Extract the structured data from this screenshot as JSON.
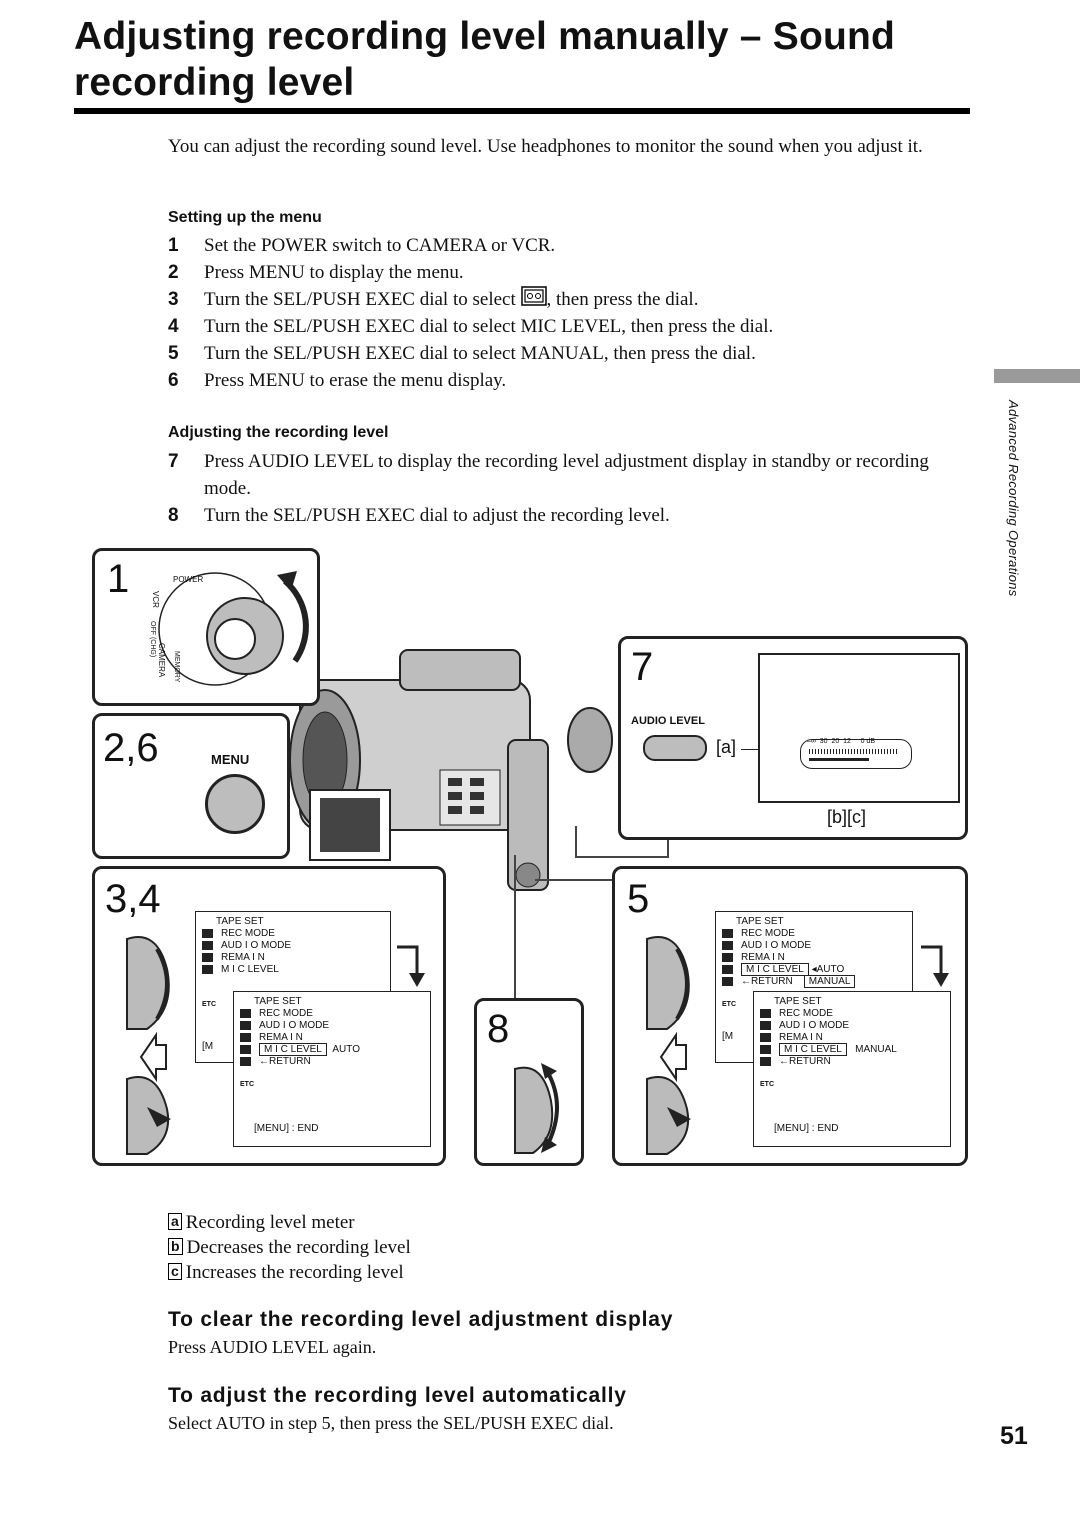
{
  "title": "Adjusting recording level manually – Sound recording level",
  "intro": "You can adjust the recording sound level. Use headphones to monitor the sound when you adjust it.",
  "setup": {
    "heading": "Setting up the menu",
    "steps": [
      {
        "num": "1",
        "pre": "Set the POWER switch to CAMERA or VCR.",
        "post": ""
      },
      {
        "num": "2",
        "pre": "Press MENU to display the menu.",
        "post": ""
      },
      {
        "num": "3",
        "pre": "Turn the SEL/PUSH EXEC dial to select",
        "post": ", then press the dial."
      },
      {
        "num": "4",
        "pre": "Turn the SEL/PUSH EXEC dial to select MIC LEVEL, then press the dial.",
        "post": ""
      },
      {
        "num": "5",
        "pre": "Turn the SEL/PUSH EXEC dial to select MANUAL, then press the dial.",
        "post": ""
      },
      {
        "num": "6",
        "pre": "Press MENU to erase the menu display.",
        "post": ""
      }
    ]
  },
  "adjust": {
    "heading": "Adjusting the recording level",
    "steps": [
      {
        "num": "7",
        "text": "Press AUDIO LEVEL to display the recording level adjustment display in standby or recording mode."
      },
      {
        "num": "8",
        "text": "Turn the SEL/PUSH EXEC dial to adjust the recording level."
      }
    ]
  },
  "side_label": "Advanced Recording Operations",
  "figure": {
    "panel1": {
      "num": "1",
      "power": "POWER",
      "vcr": "VCR",
      "off": "OFF (CHG)",
      "camera": "CAMERA",
      "memory": "MEMORY"
    },
    "panel26": {
      "num": "2,6",
      "menu": "MENU"
    },
    "panel7": {
      "num": "7",
      "audio_level": "AUDIO LEVEL",
      "meter_scale": "–∞  30  20  12     0 dB",
      "a": "a",
      "b": "b",
      "c": "c"
    },
    "panel34": {
      "num": "3,4"
    },
    "panel5": {
      "num": "5"
    },
    "panel8": {
      "num": "8"
    },
    "menu": {
      "tape_set": "TAPE SET",
      "rec_mode": "REC MODE",
      "audio_mode": "AUD I O MODE",
      "remain": "REMA I N",
      "mic_level": "M I C LEVEL",
      "return": "RETURN",
      "etc": "ETC",
      "auto": "AUTO",
      "manual": "MANUAL",
      "menu_end": "[MENU] : END",
      "m_frag": "[M"
    }
  },
  "legend": [
    {
      "key": "a",
      "text": "Recording level meter"
    },
    {
      "key": "b",
      "text": "Decreases the recording level"
    },
    {
      "key": "c",
      "text": "Increases the recording level"
    }
  ],
  "clear": {
    "heading": "To clear the recording level adjustment display",
    "text": "Press AUDIO LEVEL again."
  },
  "auto": {
    "heading": "To adjust the recording level automatically",
    "text": "Select AUTO in step 5, then press the SEL/PUSH EXEC dial."
  },
  "page_number": "51"
}
